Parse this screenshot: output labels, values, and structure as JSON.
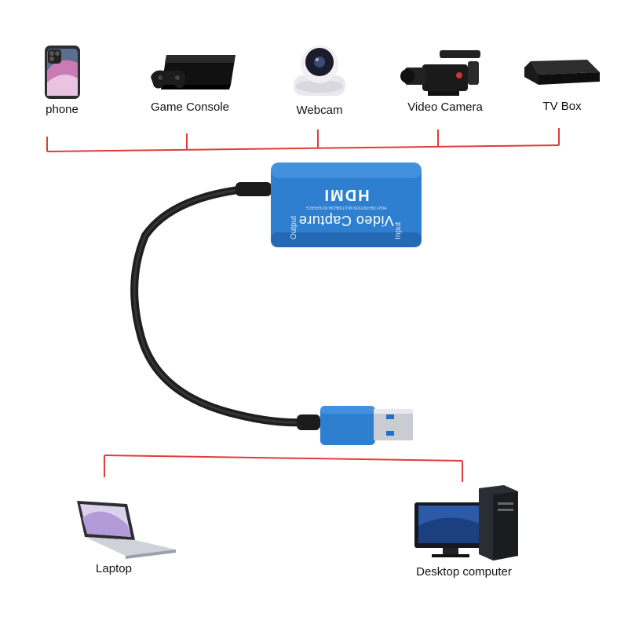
{
  "sources": {
    "items": [
      {
        "label": "phone",
        "icon": "phone-icon"
      },
      {
        "label": "Game Console",
        "icon": "game-console-icon"
      },
      {
        "label": "Webcam",
        "icon": "webcam-icon"
      },
      {
        "label": "Video Camera",
        "icon": "video-camera-icon"
      },
      {
        "label": "TV Box",
        "icon": "tv-box-icon"
      }
    ]
  },
  "device": {
    "title": "Video Capture",
    "brand": "HDMI",
    "fineprint": "HIGH DEFINITION MULTIMEDIA INTERFACE",
    "port_output": "Output",
    "port_input": "Input"
  },
  "targets": {
    "items": [
      {
        "label": "Laptop",
        "icon": "laptop-icon"
      },
      {
        "label": "Desktop computer",
        "icon": "desktop-computer-icon"
      }
    ]
  },
  "colors": {
    "connector_line": "#e23b3b",
    "device_blue": "#2f7fd1",
    "cable": "#2a2a2a"
  }
}
